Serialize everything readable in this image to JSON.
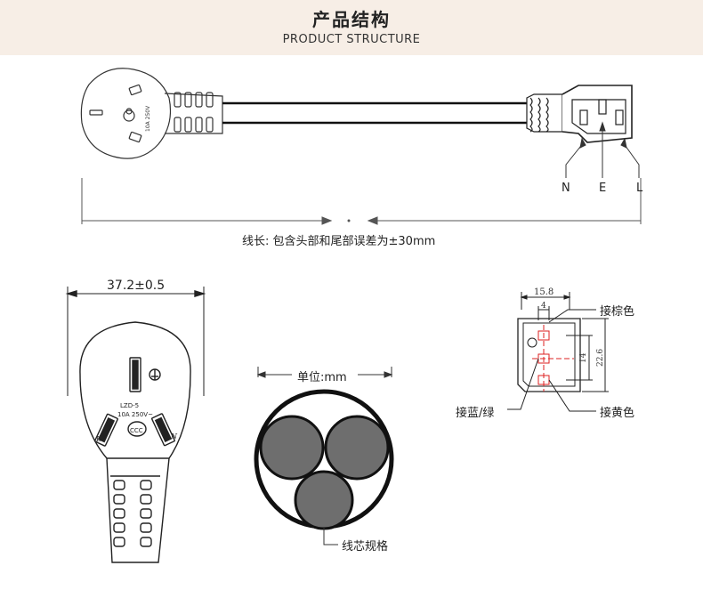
{
  "header": {
    "title": "产品结构",
    "subtitle": "PRODUCT STRUCTURE"
  },
  "cable_diagram": {
    "length_note": "线长: 包含头部和尾部误差为±30mm",
    "pin_n": "N",
    "pin_e": "E",
    "pin_l": "L",
    "plug_rating_text": "10A 250V"
  },
  "plug_front": {
    "width_dim": "37.2±0.5",
    "model": "LZD-5",
    "rating": "10A 250V~",
    "cert": "CCC",
    "pin_left": "L",
    "pin_right": "N"
  },
  "cross_section": {
    "unit_label": "单位:mm",
    "core_label": "线芯规格"
  },
  "connector": {
    "dim_width": "15.8",
    "dim_pin": "4",
    "dim_inner_h": "14",
    "dim_outer_h": "22.6",
    "brown_label": "接棕色",
    "blue_label": "接蓝/绿",
    "yellow_label": "接黄色"
  }
}
